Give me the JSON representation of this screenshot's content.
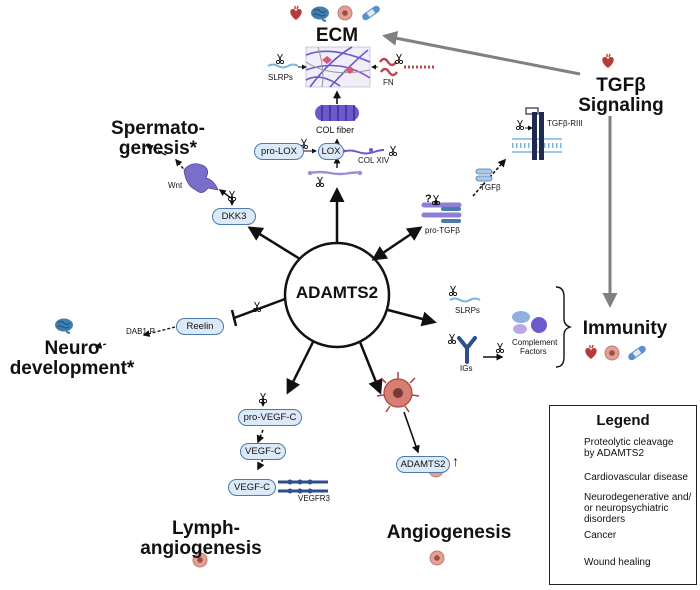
{
  "center": {
    "label": "ADAMTS2"
  },
  "processes": {
    "ecm": "ECM",
    "tgfb_line1": "TGFβ",
    "tgfb_line2": "Signaling",
    "spermato_line1": "Spermato-",
    "spermato_line2": "genesis*",
    "neuro_line1": "Neuro",
    "neuro_line2": "development*",
    "immunity": "Immunity",
    "lymph_line1": "Lymph-",
    "lymph_line2": "angiogenesis",
    "angiogenesis": "Angiogenesis"
  },
  "molecules": {
    "slrps_ecm": "SLRPs",
    "fn": "FN",
    "col_fiber": "COL fiber",
    "pro_lox": "pro-LOX",
    "lox": "LOX",
    "col_xiv": "COL XIV",
    "tgfb_riii": "TGFβ-RIII",
    "tgfb": "TGFβ",
    "question": "?",
    "pro_tgfb": "pro-TGFβ",
    "wnt": "Wnt",
    "dkk3": "DKK3",
    "reelin": "Reelin",
    "dab1p": "DAB1-P",
    "slrps_imm": "SLRPs",
    "igs": "IGs",
    "complement_line1": "Complement",
    "complement_line2": "Factors",
    "pro_vegfc": "pro-VEGF-C",
    "vegfc": "VEGF-C",
    "vegfc_bound": "VEGF-C",
    "vegfr3": "VEGFR3",
    "adamts2_angio": "ADAMTS2",
    "up_arrow": "↑"
  },
  "legend": {
    "title": "Legend",
    "items": [
      {
        "icon": "scissors-icon",
        "line1": "Proteolytic cleavage",
        "line2": "by ADAMTS2"
      },
      {
        "icon": "heart-icon",
        "line1": "Cardiovascular disease",
        "line2": ""
      },
      {
        "icon": "brain-icon",
        "line1": "Neurodegenerative and/",
        "line2": "or neuropsychiatric",
        "line3": "disorders"
      },
      {
        "icon": "cancer-cell-icon",
        "line1": "Cancer",
        "line2": ""
      },
      {
        "icon": "bandage-icon",
        "line1": "Wound healing",
        "line2": ""
      }
    ]
  },
  "colors": {
    "heart": "#b53a3a",
    "brain": "#3f7fb0",
    "cancer": "#e3a094",
    "bandage": "#5b8fc9",
    "pill_fill": "#dbe9f8",
    "pill_border": "#4f79a8",
    "arrow_grey": "#808080",
    "collagen": "#6a5acd"
  }
}
